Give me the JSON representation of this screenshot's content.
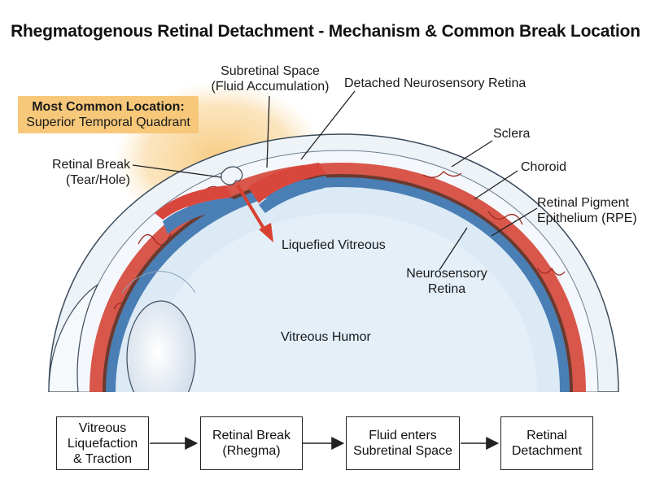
{
  "title": "Rhegmatogenous Retinal Detachment - Mechanism & Common Break Location",
  "callout": {
    "heading": "Most Common Location:",
    "text": "Superior Temporal Quadrant"
  },
  "labels": {
    "subretinal_space": [
      "Subretinal Space",
      "(Fluid Accumulation)"
    ],
    "detached_retina": "Detached Neurosensory Retina",
    "sclera": "Sclera",
    "choroid": "Choroid",
    "rpe": [
      "Retinal Pigment",
      "Epithelium (RPE)"
    ],
    "retinal_break": [
      "Retinal Break",
      "(Tear/Hole)"
    ],
    "liquefied_vitreous": "Liquefied Vitreous",
    "neurosensory_retina": [
      "Neurosensory",
      "Retina"
    ],
    "vitreous_humor": "Vitreous Humor"
  },
  "flow": [
    [
      "Vitreous",
      "Liquefaction",
      "& Traction"
    ],
    [
      "Retinal Break",
      "(Rhegma)"
    ],
    [
      "Fluid enters",
      "Subretinal Space"
    ],
    [
      "Retinal",
      "Detachment"
    ]
  ],
  "colors": {
    "vitreous": "#dceaf6",
    "retina_blue": "#4a7fb5",
    "rpe_dark": "#6b3a2e",
    "choroid_red": "#d9564b",
    "sclera": "#eef3f8",
    "highlight": "#f6c26b",
    "arrow_red": "#d8402f"
  }
}
